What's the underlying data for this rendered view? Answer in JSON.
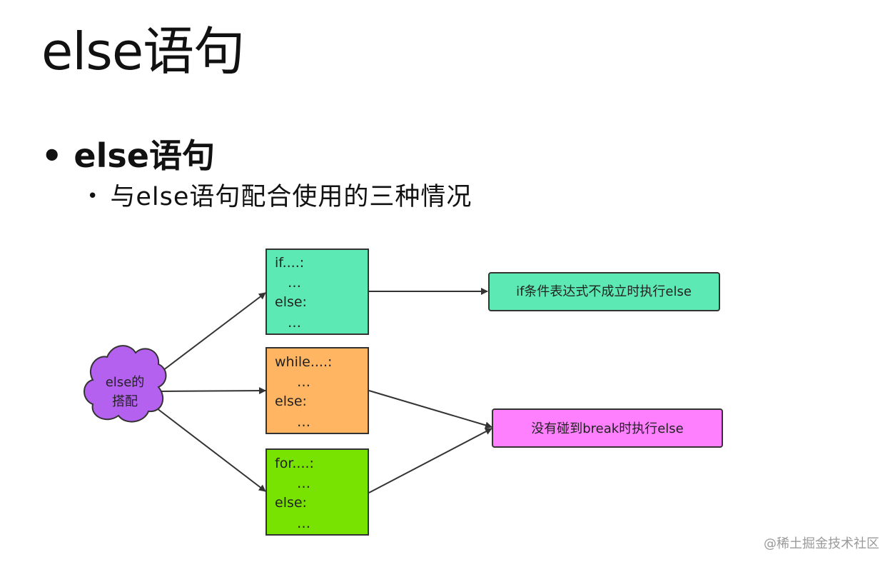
{
  "slide": {
    "title": "else语句",
    "bullet_level1": "else语句",
    "bullet_level2": "与else语句配合使用的三种情况"
  },
  "diagram": {
    "center_node": {
      "line1": "else的",
      "line2": "搭配",
      "color": "#b561f0"
    },
    "boxes": [
      {
        "id": "if",
        "lines": [
          "if....:",
          "…",
          "else:",
          "…"
        ],
        "color": "#5de9b3"
      },
      {
        "id": "while",
        "lines": [
          "while....:",
          "…",
          "else:",
          "…"
        ],
        "color": "#ffb562"
      },
      {
        "id": "for",
        "lines": [
          "for....:",
          "…",
          "else:",
          "…"
        ],
        "color": "#78e200"
      }
    ],
    "results": [
      {
        "id": "if-result",
        "text": "if条件表达式不成立时执行else",
        "color": "#5de9b3"
      },
      {
        "id": "loop-result",
        "text": "没有碰到break时执行else",
        "color": "#ff80ff"
      }
    ]
  },
  "watermark": "@稀土掘金技术社区",
  "colors": {
    "stroke": "#333333",
    "background": "#ffffff"
  }
}
